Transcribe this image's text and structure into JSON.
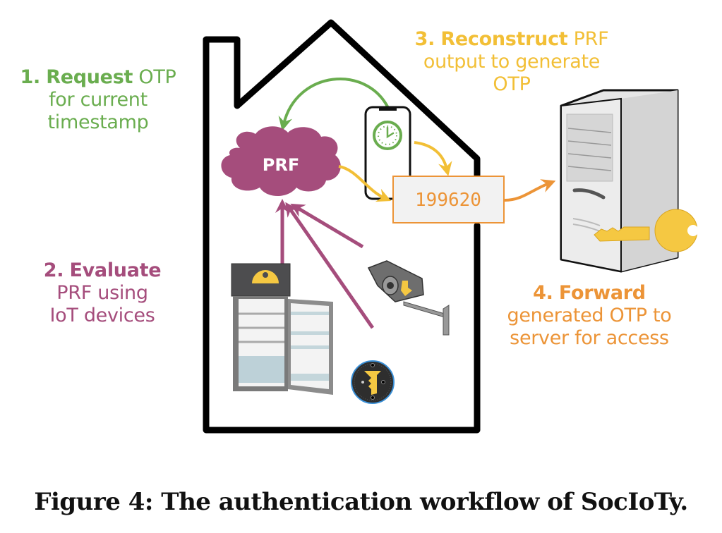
{
  "figure": {
    "caption": "Figure 4: The authentication workflow of SocIoTy.",
    "colors": {
      "step1": "#6aad4f",
      "step2": "#a54d7c",
      "step3": "#f2bf36",
      "step4": "#ec9437",
      "house_outline": "#000000",
      "otp_box_fill": "#f2f2f2"
    },
    "steps": [
      {
        "number": "1.",
        "bold": "Request",
        "rest_line1": " OTP",
        "line2": "for current",
        "line3": "timestamp"
      },
      {
        "number": "2.",
        "bold": "Evaluate",
        "rest_line1": "",
        "line2": "PRF using",
        "line3": "IoT devices"
      },
      {
        "number": "3.",
        "bold": "Reconstruct",
        "rest_line1": " PRF",
        "line2": "output to generate",
        "line3": "OTP"
      },
      {
        "number": "4.",
        "bold": "Forward",
        "rest_line1": "",
        "line2": "generated OTP to",
        "line3": "server for access"
      }
    ],
    "nodes": {
      "prf_cloud": "PRF",
      "otp_value": "199620",
      "phone": "smartphone with clock",
      "server": "server with key",
      "devices": [
        "refrigerator",
        "security-camera",
        "smart-speaker"
      ]
    }
  }
}
